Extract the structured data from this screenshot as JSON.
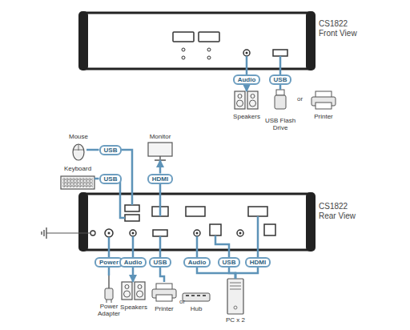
{
  "diagram": {
    "nodes": [
      {
        "text": [
          "Audio"
        ]
      },
      {
        "text": [
          "USB"
        ]
      },
      {
        "text": [
          "Speakers"
        ]
      },
      {
        "text": [
          "USB Flash Drive"
        ]
      },
      {
        "text": [
          "Printer"
        ]
      },
      {
        "text": [
          "Mouse"
        ]
      },
      {
        "text": [
          "USB"
        ]
      },
      {
        "text": [
          "Keyboard"
        ]
      },
      {
        "text": [
          "USB"
        ]
      },
      {
        "text": [
          "Monitor"
        ]
      },
      {
        "text": [
          "HDMI"
        ]
      },
      {
        "text": [
          "Power"
        ]
      },
      {
        "text": [
          "Audio"
        ]
      },
      {
        "text": [
          "USB"
        ]
      },
      {
        "text": [
          "Audio"
        ]
      },
      {
        "text": [
          "USB"
        ]
      },
      {
        "text": [
          "HDMI"
        ]
      },
      {
        "text": [
          "Power Adapter"
        ]
      },
      {
        "text": [
          "Speakers"
        ]
      },
      {
        "text": [
          "Printer"
        ]
      },
      {
        "text": [
          "Hub"
        ]
      },
      {
        "text": [
          "PC x 2"
        ]
      }
    ],
    "edges": [
      {
        "from": 0,
        "to": 2,
        "arrow": "to"
      },
      {
        "from": 1,
        "to": 3,
        "arrow": "none"
      },
      {
        "from": 6,
        "to": 5,
        "arrow": "none"
      },
      {
        "from": 8,
        "to": 7,
        "arrow": "none"
      },
      {
        "from": 10,
        "to": 9,
        "arrow": "to"
      },
      {
        "from": 11,
        "to": 17,
        "arrow": "none"
      },
      {
        "from": 12,
        "to": 18,
        "arrow": "to"
      },
      {
        "from": 13,
        "to": 19,
        "arrow": "none"
      },
      {
        "from": 14,
        "to": 21,
        "arrow": "none"
      },
      {
        "from": 15,
        "to": 21,
        "arrow": "none"
      },
      {
        "from": 16,
        "to": 21,
        "arrow": "none"
      }
    ],
    "labels": [
      "CS1822 Front View",
      "or",
      "CS1822 Rear View",
      "or"
    ]
  }
}
